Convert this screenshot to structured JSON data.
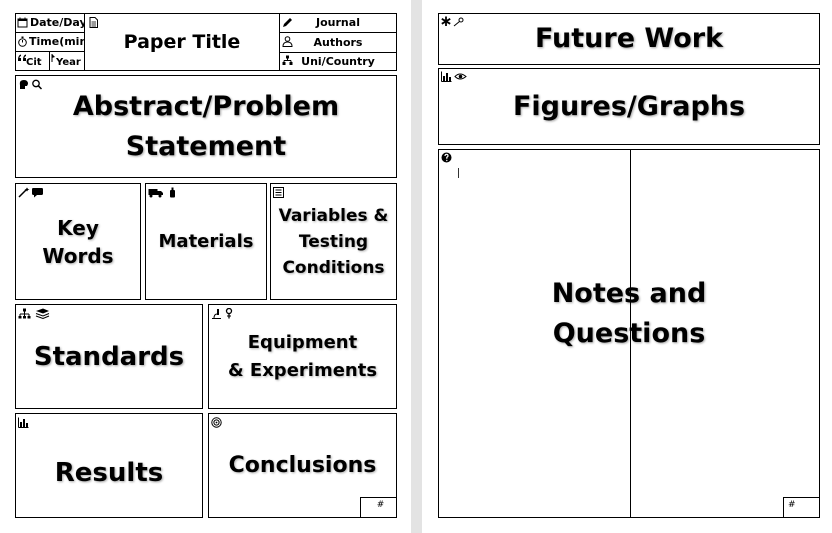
{
  "header": {
    "date_day": "Date/Day",
    "time_min": "Time(min)",
    "cit": "Cit",
    "year": "Year",
    "paper_title": "Paper Title",
    "journal": "Journal",
    "authors": "Authors",
    "uni_country": "Uni/Country"
  },
  "sections": {
    "abstract": [
      "Abstract/Problem",
      "Statement"
    ],
    "key_words": [
      "Key",
      "Words"
    ],
    "materials": "Materials",
    "variables": [
      "Variables &",
      "Testing",
      "Conditions"
    ],
    "standards": "Standards",
    "equipment": [
      "Equipment",
      "& Experiments"
    ],
    "results": "Results",
    "conclusions": "Conclusions",
    "future_work": "Future Work",
    "figures": "Figures/Graphs",
    "notes": [
      "Notes and",
      "Questions"
    ]
  },
  "page_number": {
    "left": "#",
    "right": "#"
  },
  "icons": {
    "date": "calendar-icon",
    "time": "stopwatch-icon",
    "cit": "quote-icon",
    "year": "pen-nib-icon",
    "title": "document-icon",
    "journal": "pen-icon",
    "authors": "users-icon",
    "uni": "sitemap-person-icon",
    "abstract": "head-search-icon",
    "key_words": "wand-comment-icon",
    "materials": "truck-bottle-icon",
    "variables": "list-form-icon",
    "standards": "hierarchy-layers-icon",
    "equipment": "microscope-probe-icon",
    "results": "bar-chart-icon",
    "conclusions": "target-icon",
    "future_work": "asterisk-comet-icon",
    "figures": "chart-eye-icon",
    "notes": "question-circle-icon"
  },
  "colors": {
    "border": "#000000",
    "gutter": "#e3e3e3",
    "background": "#ffffff"
  }
}
